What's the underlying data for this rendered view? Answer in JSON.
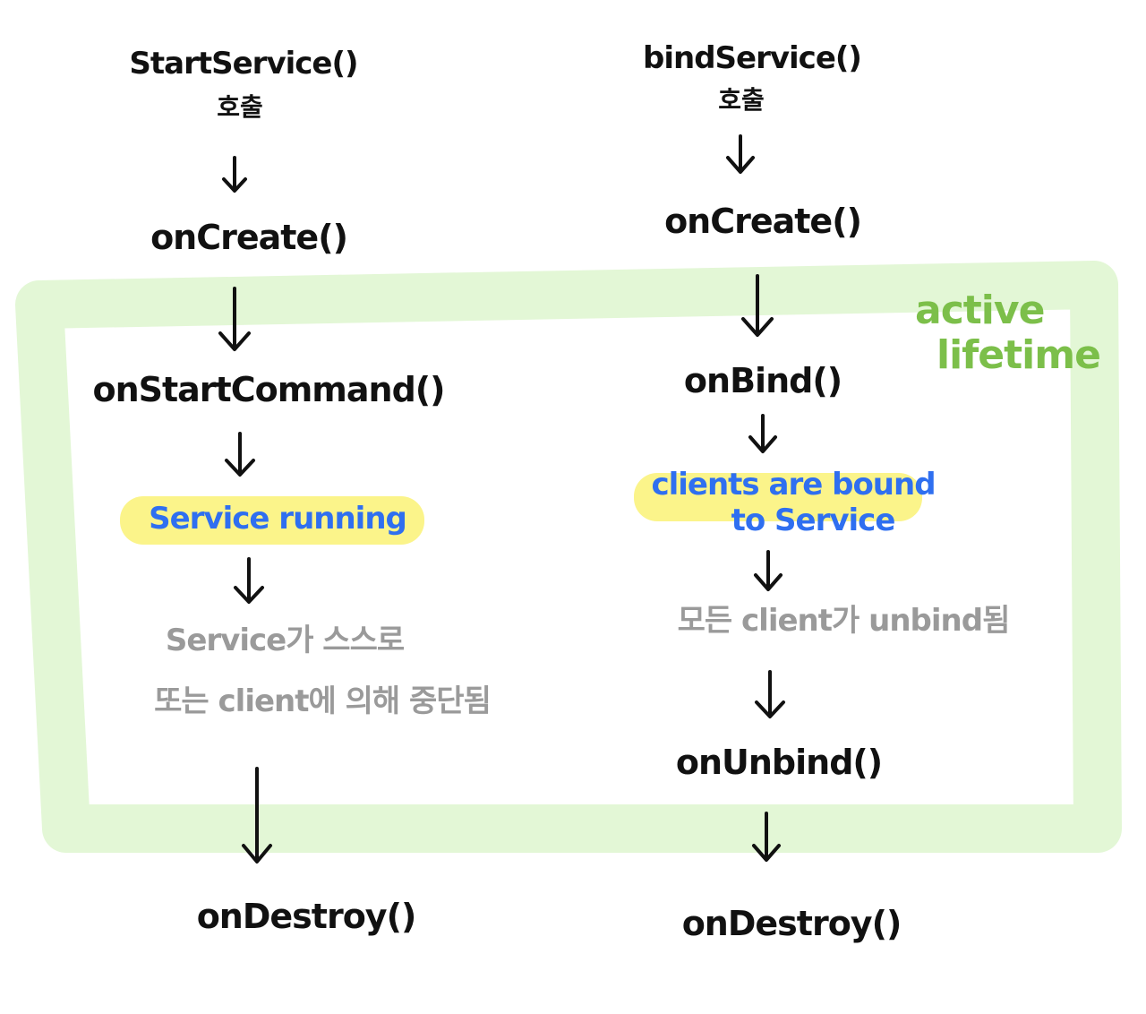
{
  "left": {
    "trigger": "StartService()",
    "trigger_sub": "호출",
    "create": "onCreate()",
    "start_command": "onStartCommand()",
    "running": "Service running",
    "stop_line1": "Service가 스스로",
    "stop_line2": "또는 client에 의해 중단됨",
    "destroy": "onDestroy()"
  },
  "right": {
    "trigger": "bindService()",
    "trigger_sub": "호출",
    "create": "onCreate()",
    "bind": "onBind()",
    "bound_line1": "clients are bound",
    "bound_line2": "to Service",
    "unbound": "모든 client가 unbind됨",
    "unbind": "onUnbind()",
    "destroy": "onDestroy()"
  },
  "lifetime": {
    "line1": "active",
    "line2": "lifetime"
  },
  "colors": {
    "frame": "#e3f7d6",
    "text": "#111111",
    "state_text": "#2f6ff0",
    "highlight": "#fbf48a",
    "muted": "#9a9a9a",
    "lifetime": "#7cbf4a"
  }
}
